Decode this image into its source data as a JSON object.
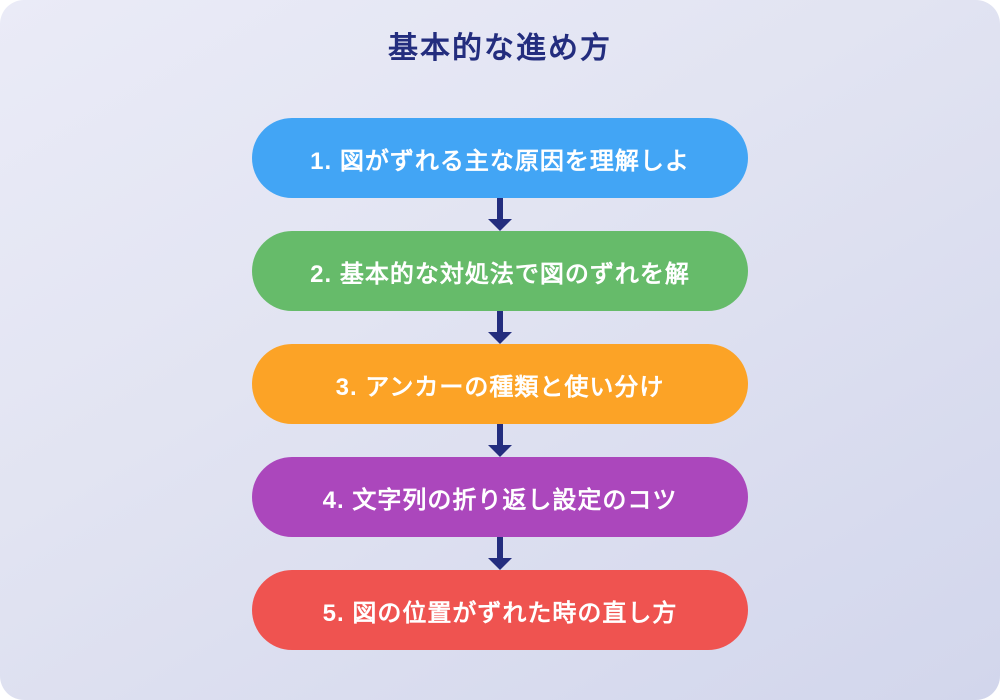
{
  "page": {
    "title": "基本的な進め方"
  },
  "colors": {
    "title_text": "#232d7e",
    "arrow": "#232d7e",
    "step_text": "#ffffff",
    "background_top": "#eaebf7",
    "background_bottom": "#d2d6ec"
  },
  "steps": [
    {
      "label": "1. 図がずれる主な原因を理解しよ",
      "color": "#42a5f5"
    },
    {
      "label": "2. 基本的な対処法で図のずれを解",
      "color": "#66bb6a"
    },
    {
      "label": "3. アンカーの種類と使い分け",
      "color": "#fca326"
    },
    {
      "label": "4. 文字列の折り返し設定のコツ",
      "color": "#ab47bc"
    },
    {
      "label": "5. 図の位置がずれた時の直し方",
      "color": "#ef5350"
    }
  ]
}
